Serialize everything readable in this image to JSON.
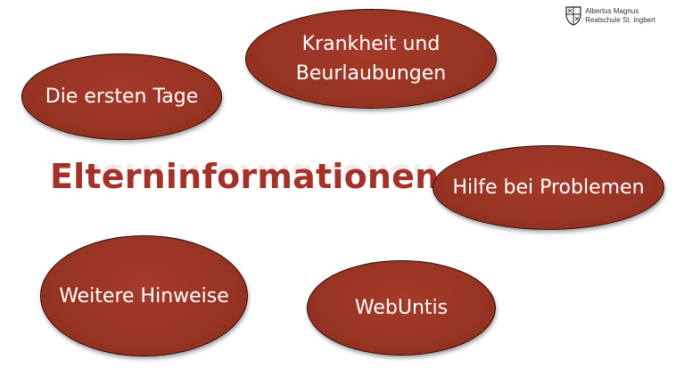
{
  "title": "Elterninformationen",
  "logo": {
    "line1": "Albertus Magnus",
    "line2": "Realschule St. Ingbert"
  },
  "bubbles": {
    "tage": "Die ersten Tage",
    "krankheit": "Krankheit und Beurlaubungen",
    "hilfe": "Hilfe bei Problemen",
    "weitere": "Weitere Hinweise",
    "webuntis": "WebUntis"
  },
  "colors": {
    "bubble_fill": "#943222",
    "title": "#a3332a",
    "bubble_text": "#ffffff"
  }
}
